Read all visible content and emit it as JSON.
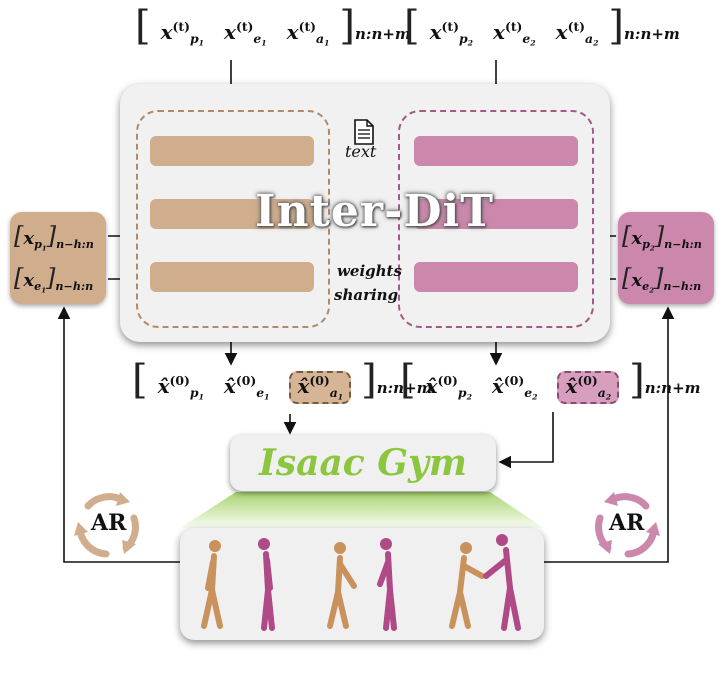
{
  "inputs": {
    "left": {
      "terms": [
        {
          "base": "x",
          "sub": "p",
          "subsub": "1",
          "sup": "(t)"
        },
        {
          "base": "x",
          "sub": "e",
          "subsub": "1",
          "sup": "(t)"
        },
        {
          "base": "x",
          "sub": "a",
          "subsub": "1",
          "sup": "(t)"
        }
      ],
      "range": "n:n+m"
    },
    "right": {
      "terms": [
        {
          "base": "x",
          "sub": "p",
          "subsub": "2",
          "sup": "(t)"
        },
        {
          "base": "x",
          "sub": "e",
          "subsub": "2",
          "sup": "(t)"
        },
        {
          "base": "x",
          "sub": "a",
          "subsub": "2",
          "sup": "(t)"
        }
      ],
      "range": "n:n+m"
    }
  },
  "model": {
    "title": "Inter-DiT",
    "text_label": "text",
    "weights_line1": "weights",
    "weights_line2": "sharing",
    "colors": {
      "person1": "#d0ad8d",
      "person2": "#cc88ac",
      "panel": "#f1f1f1"
    }
  },
  "history": {
    "left": [
      {
        "base": "x",
        "sub": "p",
        "subsub": "1",
        "range": "n−h:n"
      },
      {
        "base": "x",
        "sub": "e",
        "subsub": "1",
        "range": "n−h:n"
      }
    ],
    "right": [
      {
        "base": "x",
        "sub": "p",
        "subsub": "2",
        "range": "n−h:n"
      },
      {
        "base": "x",
        "sub": "e",
        "subsub": "2",
        "range": "n−h:n"
      }
    ]
  },
  "outputs": {
    "left": {
      "terms": [
        {
          "base": "x̂",
          "sub": "p",
          "subsub": "1",
          "sup": "(0)"
        },
        {
          "base": "x̂",
          "sub": "e",
          "subsub": "1",
          "sup": "(0)"
        },
        {
          "base": "x̂",
          "sub": "a",
          "subsub": "1",
          "sup": "(0)"
        }
      ],
      "range": "n:n+m"
    },
    "right": {
      "terms": [
        {
          "base": "x̂",
          "sub": "p",
          "subsub": "2",
          "sup": "(0)"
        },
        {
          "base": "x̂",
          "sub": "e",
          "subsub": "2",
          "sup": "(0)"
        },
        {
          "base": "x̂",
          "sub": "a",
          "subsub": "2",
          "sup": "(0)"
        }
      ],
      "range": "n:n+m"
    }
  },
  "simulator": {
    "label": "Isaac Gym",
    "label_color": "#8cc63f"
  },
  "loop": {
    "left_label": "AR",
    "right_label": "AR"
  }
}
